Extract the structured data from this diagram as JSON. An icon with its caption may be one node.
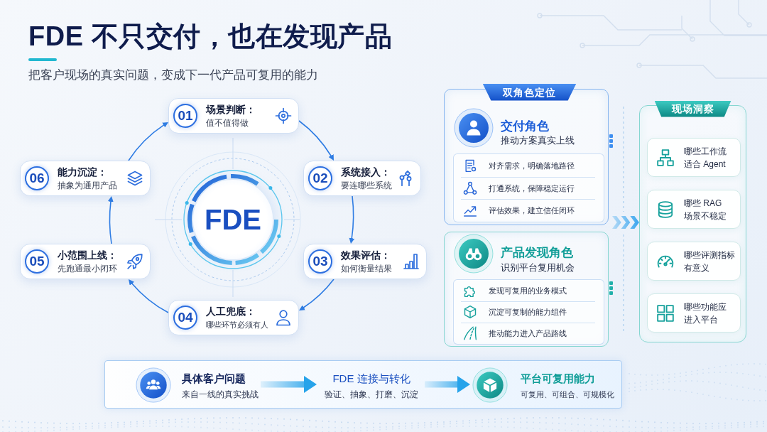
{
  "diagram": {
    "title": "FDE 不只交付，也在发现产品",
    "nodes": [
      {
        "text": [
          "01",
          "场景判断：",
          "值不值得做"
        ]
      },
      {
        "text": [
          "02",
          "系统接入：",
          "要连哪些系统"
        ]
      },
      {
        "text": [
          "03",
          "效果评估：",
          "如何衡量结果"
        ]
      },
      {
        "text": [
          "04",
          "人工兜底：",
          "哪些环节必须有人"
        ]
      },
      {
        "text": [
          "05",
          "小范围上线：",
          "先跑通最小闭环"
        ]
      },
      {
        "text": [
          "06",
          "能力沉淀：",
          "抽象为通用产品"
        ]
      },
      {
        "text": [
          "FDE"
        ]
      },
      {
        "text": [
          "双角色定位",
          "交付角色",
          "推动方案真实上线"
        ]
      },
      {
        "text": [
          "对齐需求，明确落地路径",
          "打通系统，保障稳定运行",
          "评估效果，建立信任闭环"
        ],
        "in": 7
      },
      {
        "text": [
          "产品发现角色",
          "识别平台复用机会"
        ]
      },
      {
        "text": [
          "发现可复用的业务模式",
          "沉淀可复制的能力组件",
          "推动能力进入产品路线"
        ],
        "in": 9
      },
      {
        "text": [
          "现场洞察"
        ]
      },
      {
        "text": [
          "哪些工作流适合 Agent"
        ],
        "in": 11
      },
      {
        "text": [
          "哪些 RAG 场景不稳定"
        ],
        "in": 11
      },
      {
        "text": [
          "哪些评测指标有意义"
        ],
        "in": 11
      },
      {
        "text": [
          "哪些功能应进入平台"
        ],
        "in": 11
      },
      {
        "text": [],
        "shape": "box"
      },
      {
        "text": [
          "具体客户问题",
          "来自一线的真实挑战"
        ],
        "in": 16
      },
      {
        "text": [
          "FDE 连接与转化",
          "验证、抽象、打磨、沉淀"
        ],
        "in": 16
      },
      {
        "text": [
          "平台可复用能力",
          "可复用、可组合、可规模化"
        ],
        "in": 16
      }
    ],
    "edges": [
      {
        "from": 0,
        "to": 1,
        "arrow": "to"
      },
      {
        "from": 1,
        "to": 2,
        "arrow": "to"
      },
      {
        "from": 2,
        "to": 3,
        "arrow": "to"
      },
      {
        "from": 3,
        "to": 4,
        "arrow": "to"
      },
      {
        "from": 4,
        "to": 5,
        "arrow": "to"
      },
      {
        "from": 5,
        "to": 0,
        "arrow": "to"
      },
      {
        "from": 17,
        "to": 18,
        "arrow": "to",
        "style": "thick",
        "color": "#27a3ea"
      },
      {
        "from": 18,
        "to": 19,
        "arrow": "to",
        "style": "thick",
        "color": "#27a3ea"
      },
      {
        "from": null,
        "to": 11,
        "arrow": "to",
        "color": "#3aa6ef"
      }
    ],
    "labels": [
      "把客户现场的真实问题，变成下一代产品可复用的能力"
    ]
  }
}
